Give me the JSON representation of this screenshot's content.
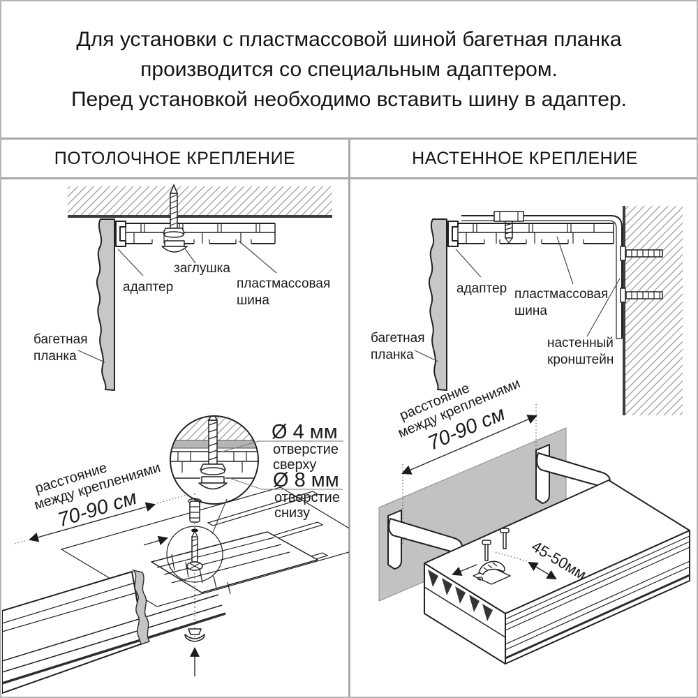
{
  "title": {
    "line1": "Для установки с пластмассовой шиной багетная планка",
    "line2": "производится со специальным адаптером.",
    "line3": "Перед установкой необходимо вставить шину в адаптер."
  },
  "panels": {
    "ceiling": {
      "header": "ПОТОЛОЧНОЕ КРЕПЛЕНИЕ",
      "labels": {
        "adapter": "адаптер",
        "plug": "заглушка",
        "rail_line1": "пластмассовая",
        "rail_line2": "шина",
        "baguette_line1": "багетная",
        "baguette_line2": "планка"
      },
      "detail": {
        "hole_top_size": "Ø 4 мм",
        "hole_top_desc1": "отверстие",
        "hole_top_desc2": "сверху",
        "hole_bottom_size": "Ø 8 мм",
        "hole_bottom_desc1": "отверстие",
        "hole_bottom_desc2": "снизу"
      },
      "dimension": {
        "line1": "расстояние",
        "line2": "между креплениями",
        "value": "70-90 см"
      }
    },
    "wall": {
      "header": "НАСТЕННОЕ КРЕПЛЕНИЕ",
      "labels": {
        "adapter": "адаптер",
        "rail_line1": "пластмассовая",
        "rail_line2": "шина",
        "bracket_line1": "настенный",
        "bracket_line2": "кронштейн",
        "baguette_line1": "багетная",
        "baguette_line2": "планка"
      },
      "dimension": {
        "line1": "расстояние",
        "line2": "между креплениями",
        "value": "70-90 см"
      },
      "clip_dimension": "45-50мм"
    }
  },
  "colors": {
    "line": "#222222",
    "gray_fill": "#c7c7c7",
    "wall_fill": "#c2c2c2",
    "divider": "#a9a9a9",
    "hatch": "#8d8d8d",
    "heavy_line": "#3d3d3d"
  }
}
